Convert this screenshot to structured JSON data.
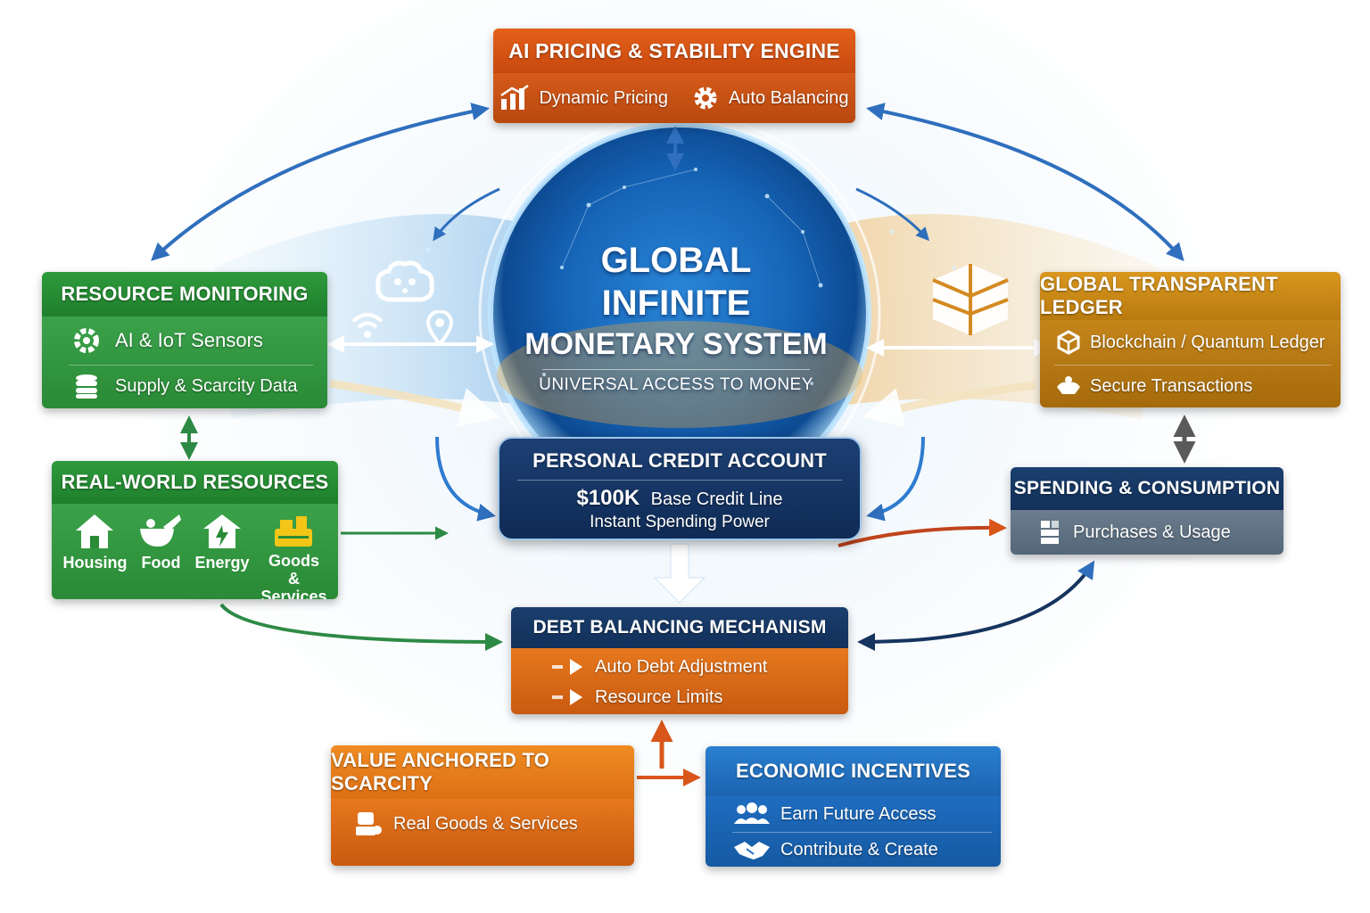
{
  "ai_engine": {
    "title": "AI Pricing & Stability Engine",
    "items": [
      "Dynamic Pricing",
      "Auto Balancing"
    ]
  },
  "center": {
    "title_lines": [
      "GLOBAL",
      "INFINITE",
      "MONETARY SYSTEM"
    ],
    "subtitle": "UNIVERSAL ACCESS TO MONEY"
  },
  "resource_monitoring": {
    "title": "Resource Monitoring",
    "items": [
      "AI & IoT Sensors",
      "Supply & Scarcity Data"
    ]
  },
  "ledger": {
    "title": "Global Transparent Ledger",
    "items": [
      "Blockchain / Quantum Ledger",
      "Secure Transactions"
    ]
  },
  "real_world": {
    "title": "Real-World Resources",
    "items": [
      "Housing",
      "Food",
      "Energy",
      "Goods & Services"
    ]
  },
  "credit_account": {
    "title": "Personal Credit Account",
    "amount": "$100K",
    "line_label": "Base Credit Line",
    "line2": "Instant Spending Power"
  },
  "spending": {
    "title": "Spending & Consumption",
    "item": "Purchases & Usage"
  },
  "debt": {
    "title": "Debt Balancing Mechanism",
    "items": [
      "Auto Debt Adjustment",
      "Resource Limits"
    ]
  },
  "value": {
    "title": "Value Anchored to Scarcity",
    "item": "Real Goods & Services"
  },
  "incentives": {
    "title": "Economic Incentives",
    "items": [
      "Earn Future Access",
      "Contribute & Create"
    ]
  },
  "colors": {
    "ai_orange": "#d9561a",
    "green": "#2a8a36",
    "gold": "#c4851a",
    "navy": "#15345f",
    "slate": "#5f7283",
    "orange": "#e6781e",
    "blue": "#1f6cc0",
    "arrow_blue": "#2f6fbd"
  },
  "icons": [
    "bar-chart-icon",
    "gear-icon",
    "sensor-gear-icon",
    "database-icon",
    "cube-network-icon",
    "shield-hands-icon",
    "house-icon",
    "food-bowl-icon",
    "energy-house-icon",
    "basket-icon",
    "storefront-icon",
    "arrow-right-icon",
    "coins-icon",
    "people-icon",
    "handshake-icon",
    "brain-icon",
    "wifi-icon",
    "location-pin-icon",
    "ledger-cube-icon"
  ]
}
